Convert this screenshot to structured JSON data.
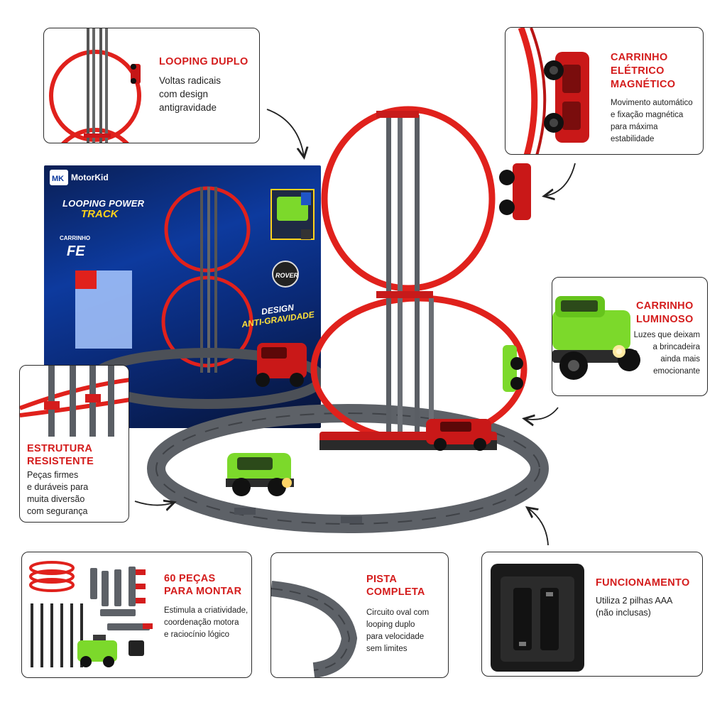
{
  "features": {
    "looping_duplo": {
      "title": "LOOPING DUPLO",
      "lines": [
        "Voltas radicais",
        "com design",
        "antigravidade"
      ]
    },
    "carrinho_eletrico": {
      "title_lines": [
        "CARRINHO",
        "ELÉTRICO",
        "MAGNÉTICO"
      ],
      "lines": [
        "Movimento automático",
        "e fixação magnética",
        "para máxima",
        "estabilidade"
      ]
    },
    "carrinho_luminoso": {
      "title_lines": [
        "CARRINHO",
        "LUMINOSO"
      ],
      "lines": [
        "Luzes que deixam",
        "a brincadeira",
        "ainda mais",
        "emocionante"
      ]
    },
    "estrutura_resistente": {
      "title_lines": [
        "ESTRUTURA",
        "RESISTENTE"
      ],
      "lines": [
        "Peças firmes",
        "e duráveis para",
        "muita diversão",
        "com segurança"
      ]
    },
    "pecas": {
      "title_lines": [
        "60 PEÇAS",
        "PARA MONTAR"
      ],
      "lines": [
        "Estimula a criatividade,",
        "coordenação motora",
        "e raciocínio lógico"
      ]
    },
    "pista_completa": {
      "title_lines": [
        "PISTA",
        "COMPLETA"
      ],
      "lines": [
        "Circuito oval com",
        "looping duplo",
        "para velocidade",
        "sem limites"
      ]
    },
    "funcionamento": {
      "title": "FUNCIONAMENTO",
      "lines": [
        "Utiliza 2 pilhas AAA",
        "(não inclusas)"
      ]
    }
  },
  "product_box": {
    "brand": "MotorKid",
    "title_line1": "LOOPING POWER",
    "title_line2": "TRACK",
    "badge_text": "CARRINHO",
    "badge_big": "FE",
    "design_line1": "DESIGN",
    "design_line2": "ANTI-GRAVIDADE",
    "rover_text": "ROVER"
  },
  "colors": {
    "accent": "#d41c1c",
    "track_red": "#e0211c",
    "track_grey": "#5d6167",
    "car_green": "#7cd92b",
    "box_blue": "#0d3a9e"
  }
}
